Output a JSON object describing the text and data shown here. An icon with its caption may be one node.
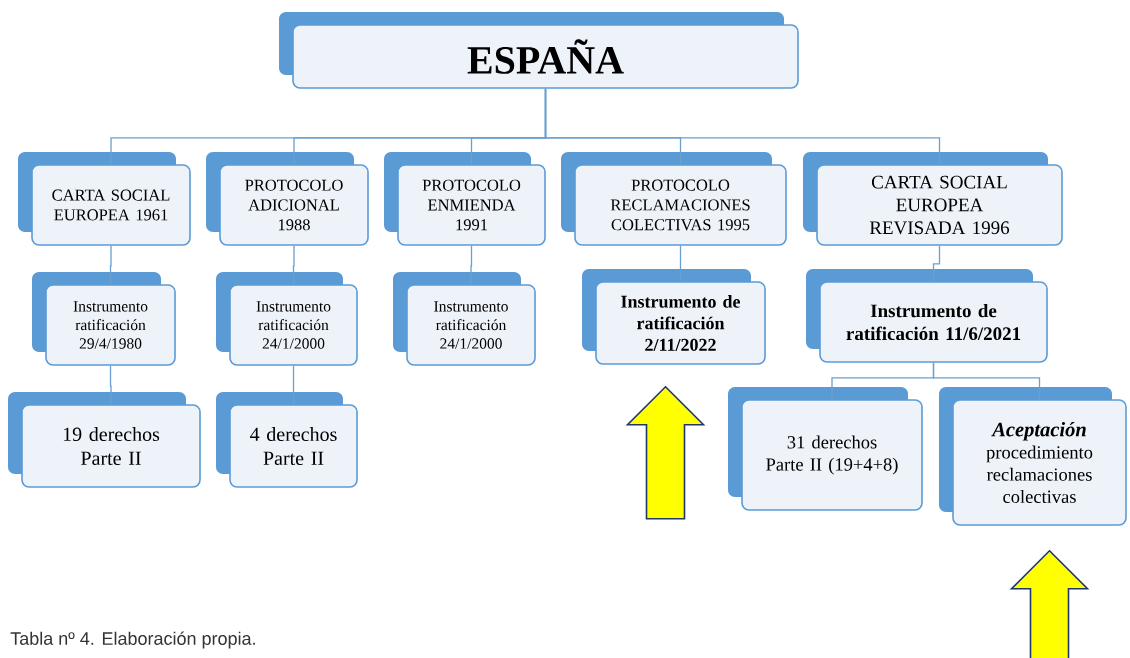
{
  "diagram": {
    "caption": "Tabla nº 4. Elaboración propia.",
    "nodes": [
      {
        "text": [
          "ESPAÑA"
        ]
      },
      {
        "text": [
          "CARTA SOCIAL EUROPEA 1961"
        ]
      },
      {
        "text": [
          "PROTOCOLO ADICIONAL 1988"
        ]
      },
      {
        "text": [
          "PROTOCOLO ENMIENDA 1991"
        ]
      },
      {
        "text": [
          "PROTOCOLO RECLAMACIONES COLECTIVAS 1995"
        ]
      },
      {
        "text": [
          "CARTA SOCIAL EUROPEA REVISADA 1996"
        ]
      },
      {
        "text": [
          "Instrumento ratificación 29/4/1980"
        ]
      },
      {
        "text": [
          "Instrumento ratificación 24/1/2000"
        ]
      },
      {
        "text": [
          "Instrumento ratificación 24/1/2000"
        ]
      },
      {
        "text": [
          "Instrumento de ratificación 2/11/2022"
        ]
      },
      {
        "text": [
          "Instrumento de ratificación 11/6/2021"
        ]
      },
      {
        "text": [
          "19 derechos Parte II"
        ]
      },
      {
        "text": [
          "4 derechos Parte II"
        ]
      },
      {
        "text": [
          "31 derechos Parte II (19+4+8)"
        ]
      },
      {
        "text": [
          "Aceptación",
          "procedimiento reclamaciones colectivas"
        ]
      }
    ],
    "edges": [
      {
        "from": 0,
        "to": 1,
        "arrow": "none"
      },
      {
        "from": 0,
        "to": 2,
        "arrow": "none"
      },
      {
        "from": 0,
        "to": 3,
        "arrow": "none"
      },
      {
        "from": 0,
        "to": 4,
        "arrow": "none"
      },
      {
        "from": 0,
        "to": 5,
        "arrow": "none"
      },
      {
        "from": 1,
        "to": 6,
        "arrow": "none"
      },
      {
        "from": 2,
        "to": 7,
        "arrow": "none"
      },
      {
        "from": 3,
        "to": 8,
        "arrow": "none"
      },
      {
        "from": 4,
        "to": 9,
        "arrow": "none"
      },
      {
        "from": 5,
        "to": 10,
        "arrow": "none"
      },
      {
        "from": 6,
        "to": 11,
        "arrow": "none"
      },
      {
        "from": 7,
        "to": 12,
        "arrow": "none"
      },
      {
        "from": 10,
        "to": 13,
        "arrow": "none"
      },
      {
        "from": 10,
        "to": 14,
        "arrow": "none"
      },
      {
        "from": null,
        "to": 9,
        "arrow": "to",
        "style": "thick",
        "color": "#ffff00"
      },
      {
        "from": null,
        "to": 14,
        "arrow": "to",
        "style": "thick",
        "color": "#ffff00"
      }
    ]
  }
}
